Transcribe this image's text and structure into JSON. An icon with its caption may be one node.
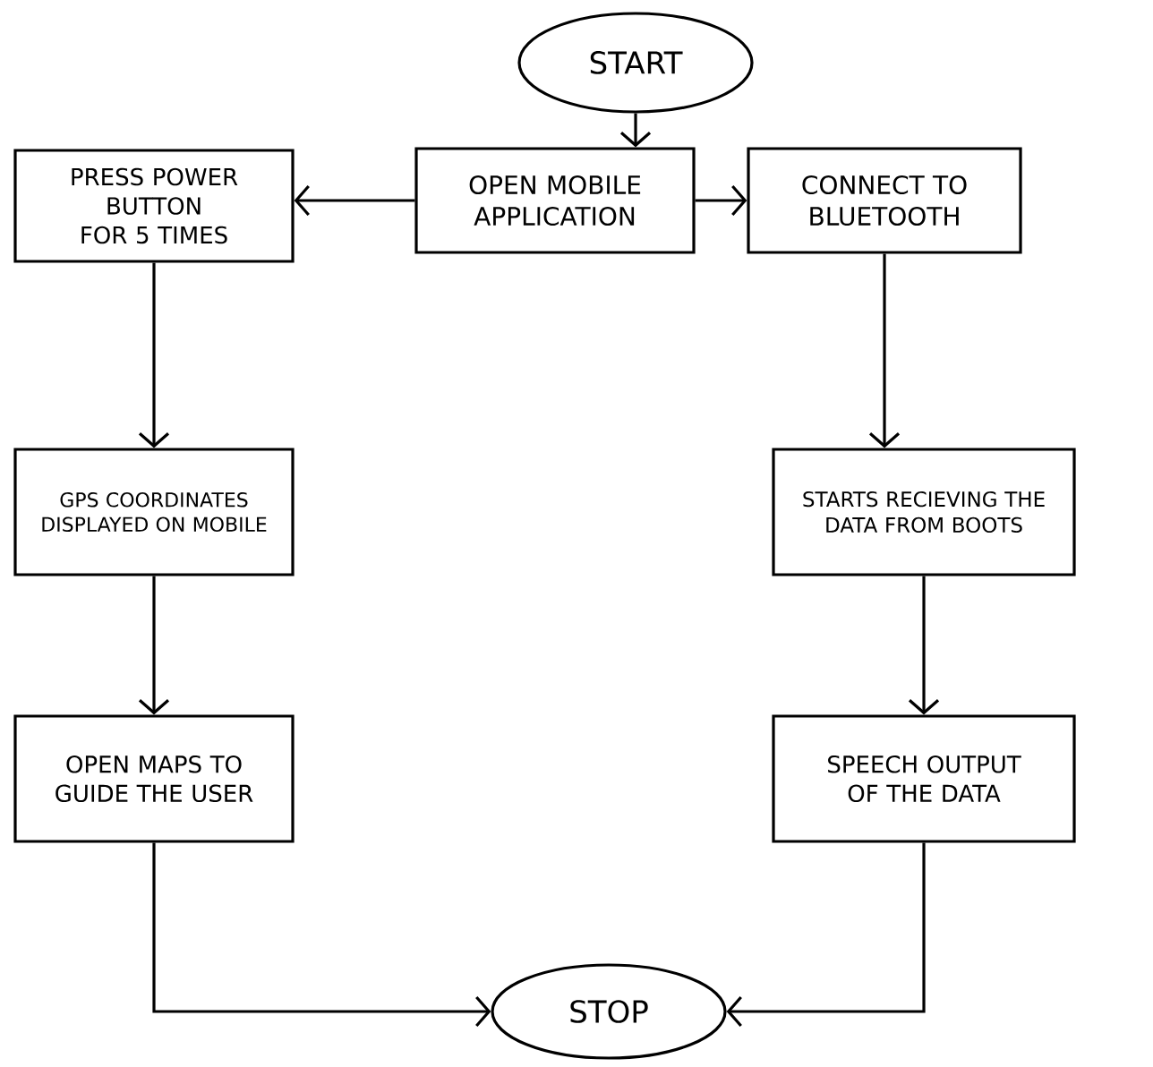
{
  "diagram": {
    "nodes": [
      {
        "text": [
          "START"
        ]
      },
      {
        "text": [
          "OPEN MOBILE APPLICATION"
        ]
      },
      {
        "text": [
          "PRESS POWER BUTTON FOR 5 TIMES"
        ]
      },
      {
        "text": [
          "CONNECT TO BLUETOOTH"
        ]
      },
      {
        "text": [
          "GPS COORDINATES DISPLAYED ON MOBILE"
        ]
      },
      {
        "text": [
          "STARTS RECIEVING THE DATA FROM BOOTS"
        ]
      },
      {
        "text": [
          "OPEN MAPS TO GUIDE THE USER"
        ]
      },
      {
        "text": [
          "SPEECH OUTPUT OF THE DATA"
        ]
      },
      {
        "text": [
          "STOP"
        ]
      }
    ],
    "edges": [
      {
        "from": 0,
        "to": 1,
        "arrow": "to"
      },
      {
        "from": 1,
        "to": 2,
        "arrow": "to"
      },
      {
        "from": 1,
        "to": 3,
        "arrow": "to"
      },
      {
        "from": 2,
        "to": 4,
        "arrow": "to"
      },
      {
        "from": 3,
        "to": 5,
        "arrow": "to"
      },
      {
        "from": 4,
        "to": 6,
        "arrow": "to"
      },
      {
        "from": 5,
        "to": 7,
        "arrow": "to"
      },
      {
        "from": 6,
        "to": 8,
        "arrow": "to"
      },
      {
        "from": 7,
        "to": 8,
        "arrow": "to"
      }
    ]
  }
}
